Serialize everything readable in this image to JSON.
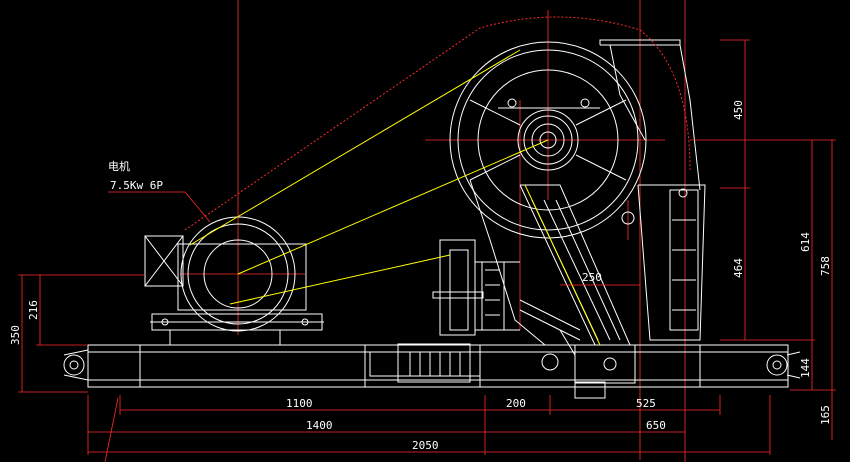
{
  "colors": {
    "background": "#000000",
    "outline": "#ffffff",
    "dimension": "#ff0000",
    "center": "#ff2a2a",
    "belt": "#ffff00",
    "text": "#ffffff"
  },
  "motor": {
    "label": "电机",
    "spec": "7.5Kw  6P"
  },
  "dimensions": {
    "d1100": "1100",
    "d200": "200",
    "d525": "525",
    "d1400": "1400",
    "d650": "650",
    "d2050": "2050",
    "d450": "450",
    "d464": "464",
    "d614": "614",
    "d758": "758",
    "d144": "144",
    "d165": "165",
    "d350": "350",
    "d216": "216",
    "d250": "250"
  }
}
